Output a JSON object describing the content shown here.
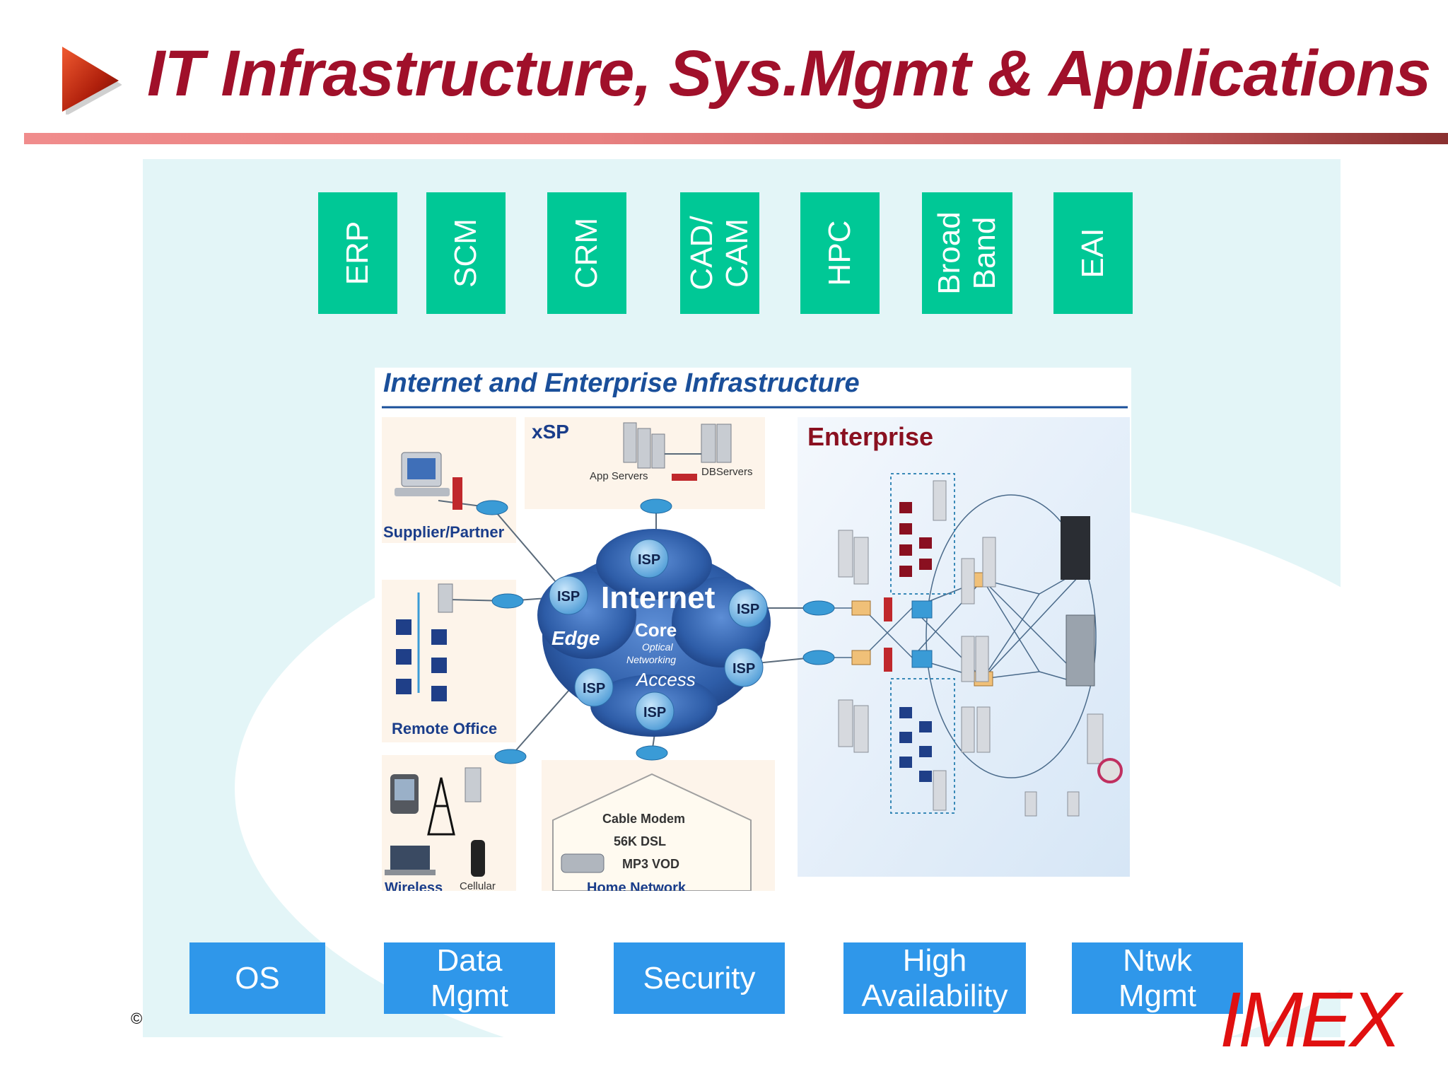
{
  "title": "IT Infrastructure, Sys.Mgmt & Applications",
  "applications": [
    {
      "label": "ERP"
    },
    {
      "label": "SCM"
    },
    {
      "label": "CRM"
    },
    {
      "label": "CAD/\nCAM"
    },
    {
      "label": "HPC"
    },
    {
      "label": "Broad\nBand"
    },
    {
      "label": "EAI"
    }
  ],
  "infrastructure": [
    {
      "label": "OS"
    },
    {
      "label": "Data\nMgmt"
    },
    {
      "label": "Security"
    },
    {
      "label": "High\nAvailability"
    },
    {
      "label": "Ntwk\nMgmt"
    }
  ],
  "diagram": {
    "title": "Internet and Enterprise Infrastructure",
    "xsp": "xSP",
    "app_servers": "App Servers",
    "db_servers": "DBServers",
    "enterprise": "Enterprise",
    "supplier": "Supplier/Partner",
    "remote_office": "Remote Office",
    "wireless": "Wireless",
    "cellular": "Cellular",
    "home_network": "Home Network",
    "cloud": {
      "internet": "Internet",
      "core": "Core",
      "optical": "Optical",
      "networking": "Networking",
      "edge": "Edge",
      "access": "Access",
      "isp": "ISP"
    },
    "home_lines": [
      "Cable Modem",
      "56K   DSL",
      "MP3  VOD"
    ]
  },
  "copyright": "©",
  "logo": "IMEX",
  "colors": {
    "title": "#a0102a",
    "app_box": "#00c896",
    "infra_box": "#2f97ea",
    "panel": "#e3f5f7",
    "diagram_title": "#1a4f9a",
    "enterprise_label": "#8a1020",
    "cloud": "#2e5da8"
  }
}
